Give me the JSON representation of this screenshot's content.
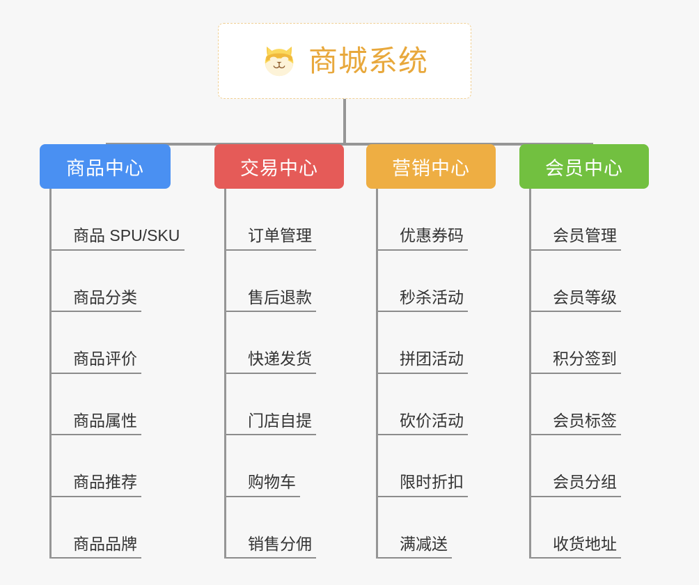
{
  "diagram": {
    "background_color": "#f7f7f7",
    "root": {
      "title": "商城系统",
      "icon": "shiba-inu-dog-icon",
      "text_color": "#e8a83c",
      "border_color": "#f0cf92"
    },
    "connector_color": "#969696",
    "columns": [
      {
        "header": "商品中心",
        "color": "#4a90f2",
        "items": [
          "商品 SPU/SKU",
          "商品分类",
          "商品评价",
          "商品属性",
          "商品推荐",
          "商品品牌"
        ]
      },
      {
        "header": "交易中心",
        "color": "#e55b58",
        "items": [
          "订单管理",
          "售后退款",
          "快递发货",
          "门店自提",
          "购物车",
          "销售分佣"
        ]
      },
      {
        "header": "营销中心",
        "color": "#eeae43",
        "items": [
          "优惠券码",
          "秒杀活动",
          "拼团活动",
          "砍价活动",
          "限时折扣",
          "满减送"
        ]
      },
      {
        "header": "会员中心",
        "color": "#72c040",
        "items": [
          "会员管理",
          "会员等级",
          "积分签到",
          "会员标签",
          "会员分组",
          "收货地址"
        ]
      }
    ]
  }
}
